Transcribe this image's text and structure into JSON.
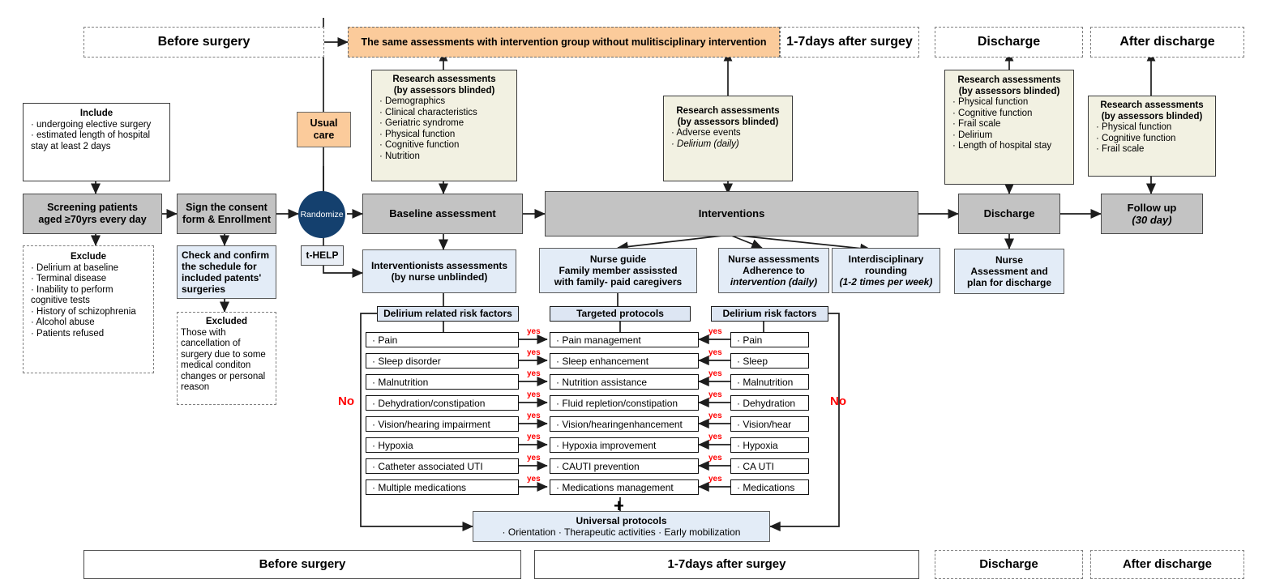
{
  "timeline_top": [
    {
      "label": "Before      surgery",
      "style": "dashed"
    },
    {
      "label": "The same  assessments with intervention group without mulitisciplinary intervention",
      "style": "orange"
    },
    {
      "label": "1-7days after surgey",
      "style": "dashed"
    },
    {
      "label": "Discharge",
      "style": "dashed"
    },
    {
      "label": "After discharge",
      "style": "dashed"
    }
  ],
  "timeline_bottom": [
    {
      "label": "Before      surgery",
      "style": "solid"
    },
    {
      "label": "1-7days after surgey",
      "style": "solid"
    },
    {
      "label": "Discharge",
      "style": "dashed"
    },
    {
      "label": "After discharge",
      "style": "dashed"
    }
  ],
  "include": {
    "title": "Include",
    "items": [
      "·  undergoing elective surgery",
      "·  estimated length of hospital",
      "   stay at least 2 days"
    ]
  },
  "screening": {
    "line1": "Screening patients",
    "line2": "aged ≥70yrs every day"
  },
  "exclude": {
    "title": "Exclude",
    "items": [
      "· Delirium at baseline",
      "· Terminal disease",
      "·  Inability to perform",
      "    cognitive tests",
      "· History of schizophrenia",
      "· Alcohol abuse",
      "· Patients refused"
    ]
  },
  "consent": {
    "line1": "Sign the consent",
    "line2": "form & Enrollment"
  },
  "check_confirm": {
    "text": "Check and confirm the schedule for included patents' surgeries"
  },
  "excluded": {
    "title": "Excluded",
    "text": "Those with cancellation of surgery due to some medical conditon changes or personal reason"
  },
  "usual_care": {
    "line1": "Usual",
    "line2": "care"
  },
  "randomize": {
    "label": "Randomize"
  },
  "thelp": {
    "label": "t-HELP"
  },
  "research_baseline": {
    "title1": "Research assessments",
    "title2": "(by assessors blinded)",
    "items": [
      "· Demographics",
      "· Clinical characteristics",
      "· Geriatric syndrome",
      "· Physical function",
      "· Cognitive  function",
      "· Nutrition"
    ]
  },
  "research_intervention": {
    "title1": "Research assessments",
    "title2": "(by assessors blinded)",
    "items": [
      "· Adverse events",
      "· Delirium (daily)"
    ]
  },
  "research_discharge": {
    "title1": "Research assessments",
    "title2": "(by assessors blinded)",
    "items": [
      "· Physical function",
      "· Cognitive  function",
      "· Frail scale",
      "· Delirium",
      "· Length of hospital stay"
    ]
  },
  "research_after": {
    "title1": "Research assessments",
    "title2": "(by assessors blinded)",
    "items": [
      "· Physical function",
      "· Cognitive  function",
      "· Frail scale"
    ]
  },
  "main_row": {
    "baseline": "Baseline assessment",
    "interventions": "Interventions",
    "discharge": "Discharge",
    "followup_line1": "Follow up",
    "followup_line2": "(30 day)"
  },
  "interventionists": {
    "line1": "Interventionists assessments",
    "line2": "(by nurse unblinded)"
  },
  "nurse_guide": {
    "line1": "Nurse guide",
    "line2": "Family member assissted",
    "line3": "with family- paid caregivers"
  },
  "nurse_assessments": {
    "line1": "Nurse assessments",
    "line2": "Adherence to",
    "line3": "intervention (daily)"
  },
  "interdisciplinary": {
    "line1": "Interdisciplinary",
    "line2": "rounding",
    "line3": "(1-2 times per week)"
  },
  "nurse_discharge": {
    "line1": "Nurse",
    "line2": "Assessment and",
    "line3": "plan for discharge"
  },
  "left_table": {
    "header": "Delirium related risk factors",
    "rows": [
      "· Pain",
      "· Sleep disorder",
      "· Malnutrition",
      "· Dehydration/constipation",
      "· Vision/hearing impairment",
      "· Hypoxia",
      "· Catheter associated UTI",
      "· Multiple medications"
    ]
  },
  "mid_table": {
    "header": "Targeted protocols",
    "rows": [
      "· Pain management",
      "· Sleep enhancement",
      "· Nutrition assistance",
      "· Fluid repletion/constipation",
      "· Vision/hearingenhancement",
      "· Hypoxia improvement",
      "· CAUTI prevention",
      "· Medications management"
    ]
  },
  "right_table": {
    "header": "Delirium risk factors",
    "rows": [
      "· Pain",
      "· Sleep",
      "· Malnutrition",
      "· Dehydration",
      "· Vision/hear",
      "· Hypoxia",
      "· CA UTI",
      "· Medications"
    ]
  },
  "edge_labels": {
    "yes": "yes",
    "no": "No",
    "plus": "+"
  },
  "universal": {
    "title": "Universal protocols",
    "items": "· Orientation  · Therapeutic activities  · Early mobilization"
  },
  "colors": {
    "orange": "#fbcb9b",
    "gray": "#c3c3c3",
    "cream": "#f2f1e2",
    "blue": "#e3ecf7",
    "header_blue": "#dde6f3",
    "navy": "#14406e",
    "red": "#ff0000"
  }
}
